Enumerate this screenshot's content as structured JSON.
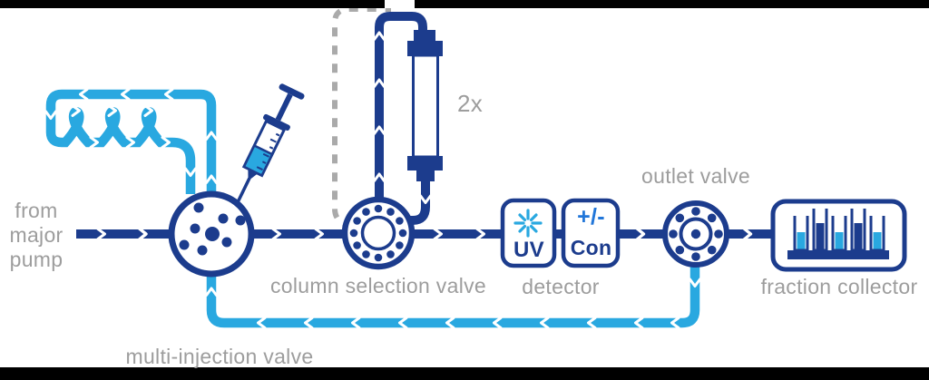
{
  "diagram": {
    "title_hint": "chromatography flow path diagram",
    "labels": {
      "source": "from major pump",
      "multi_injection_valve": "multi-injection valve",
      "column_selection_valve": "column selection valve",
      "column_count": "2x",
      "detector": "detector",
      "uv": "UV",
      "plus_minus": "+/-",
      "con": "Con",
      "outlet_valve": "outlet valve",
      "fraction_collector": "fraction collector"
    },
    "colors": {
      "navy": "#1c3c8d",
      "light_blue": "#29a8e0",
      "mid_blue": "#2176d9",
      "label_gray": "#9d9d9d",
      "dash_gray": "#aaaaaa"
    },
    "icons": {
      "sample_loop": "coiled-tubing-loop",
      "syringe": "syringe",
      "multi_injection_valve": "valve-circle-7-ports",
      "column_selection_valve": "valve-ring-12-ports",
      "column": "chromatography-column",
      "optional_column": "dashed-second-column-path",
      "uv_detector": "uv-lamp-starburst",
      "conductivity_detector": "plus-minus-conductivity",
      "outlet_valve": "valve-ring-8-ports",
      "fraction_collector": "test-tube-rack"
    }
  }
}
